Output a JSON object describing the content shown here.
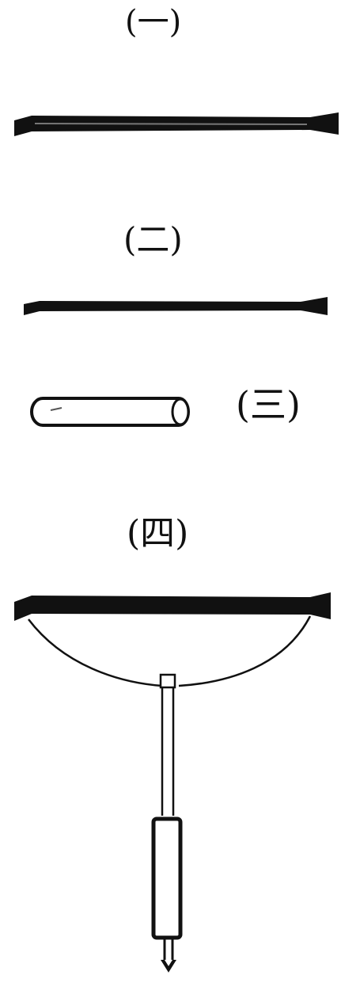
{
  "figures": [
    {
      "label": "(一)"
    },
    {
      "label": "(二)"
    },
    {
      "label": "(三)"
    },
    {
      "label": "(四)"
    }
  ],
  "colors": {
    "ink": "#111111",
    "paper": "#ffffff"
  }
}
